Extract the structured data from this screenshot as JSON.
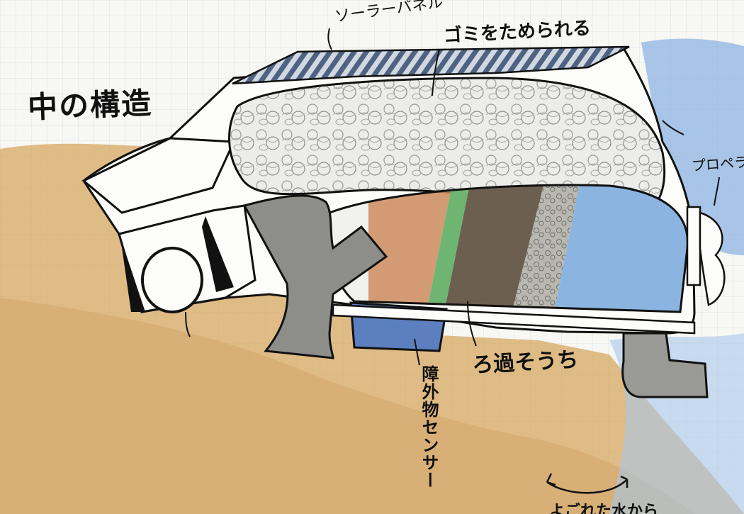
{
  "title": "中の構造",
  "labels": {
    "solar_panel": "ソーラーパネル",
    "trash_storage": "ゴミをためられる",
    "propeller": "プロペラ",
    "filter_device": "ろ過そうち",
    "obstacle_sensor": "障外物センサー",
    "dirty_water": "よごれた水から"
  },
  "colors": {
    "paper": "#f7f7f4",
    "sand": "#d6a866",
    "water": "#8fb6e6",
    "solar_panel": "#5b6f8c",
    "filter_brown": "#c98a5a",
    "filter_green": "#6fb572",
    "filter_dark": "#6f6152",
    "filter_blue": "#8bb4e0",
    "pipe_grey": "#8a8a86",
    "ink": "#111111"
  }
}
